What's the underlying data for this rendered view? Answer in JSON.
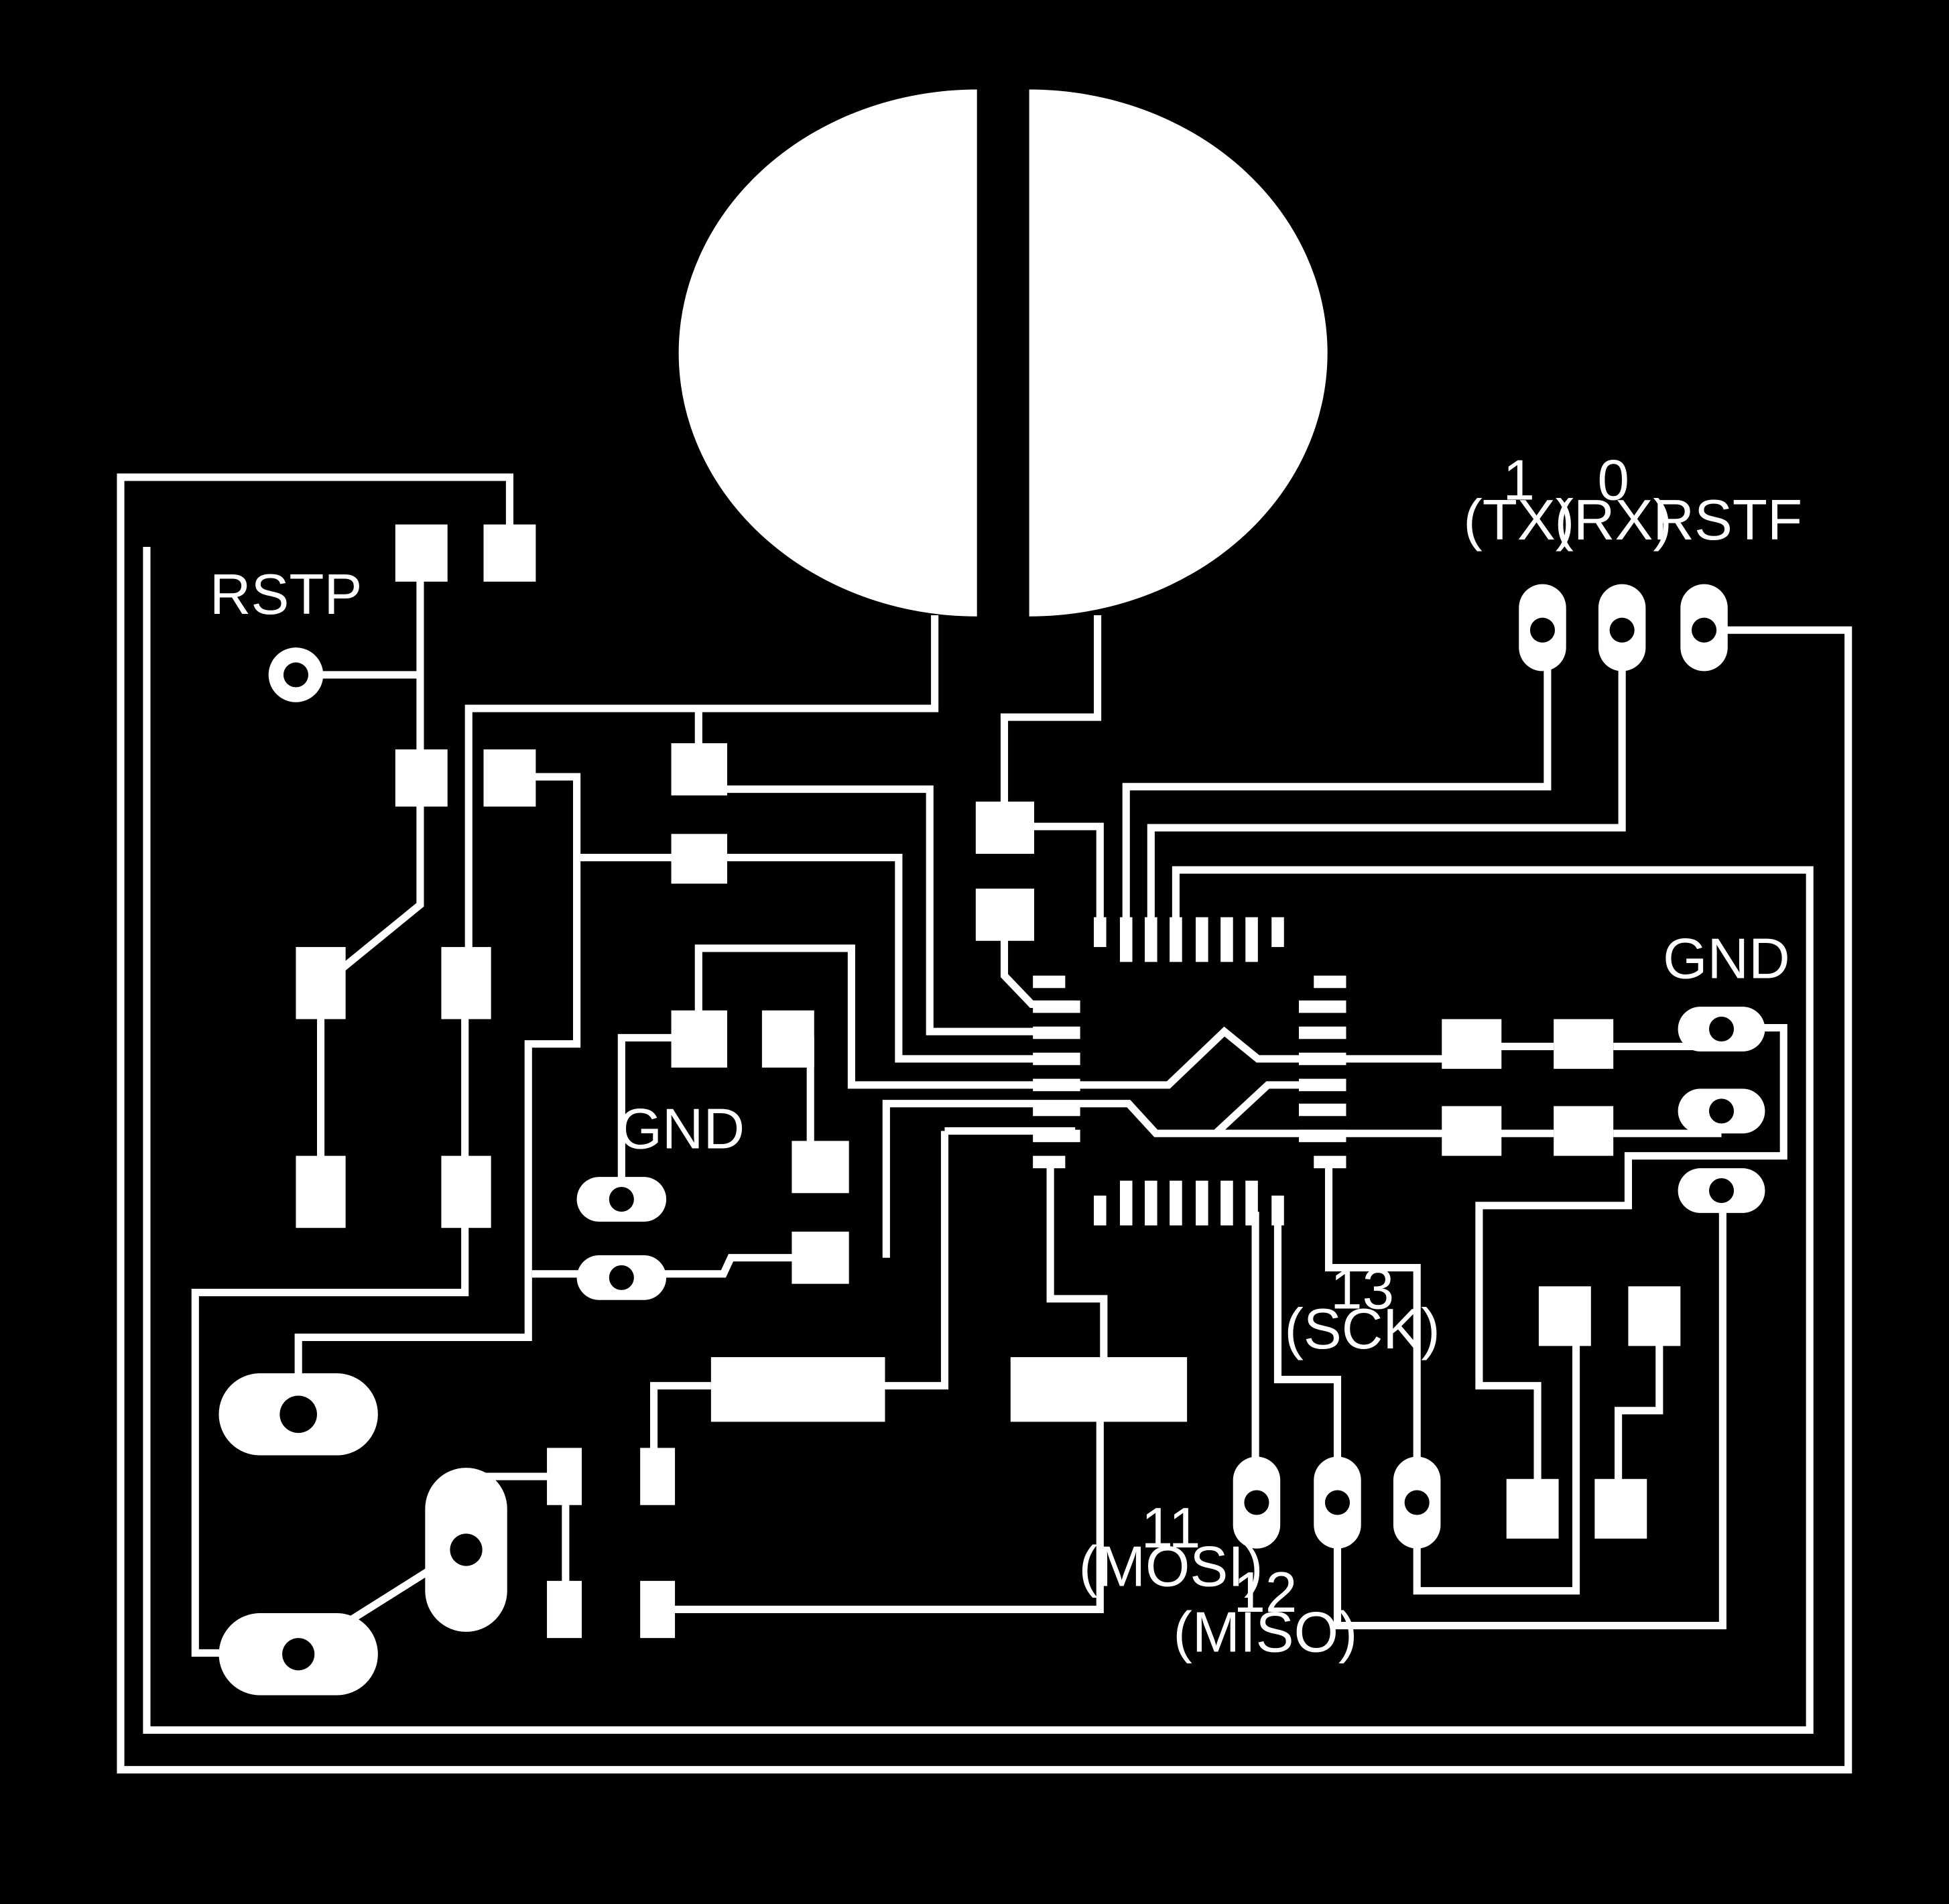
{
  "board": {
    "background_color": "#000000",
    "copper_color": "#ffffff"
  },
  "labels": {
    "rstp": "RSTP",
    "tx_num": "1",
    "tx_name": "(TX)",
    "rx_num": "0",
    "rx_name": "(RX)",
    "rstf": "RSTF",
    "gnd_right": "GND",
    "gnd_left": "GND",
    "sck_num": "13",
    "sck_name": "(SCK)",
    "mosi_num": "11",
    "mosi_name": "(MOSI)",
    "miso_num": "12",
    "miso_name": "(MISO)"
  }
}
